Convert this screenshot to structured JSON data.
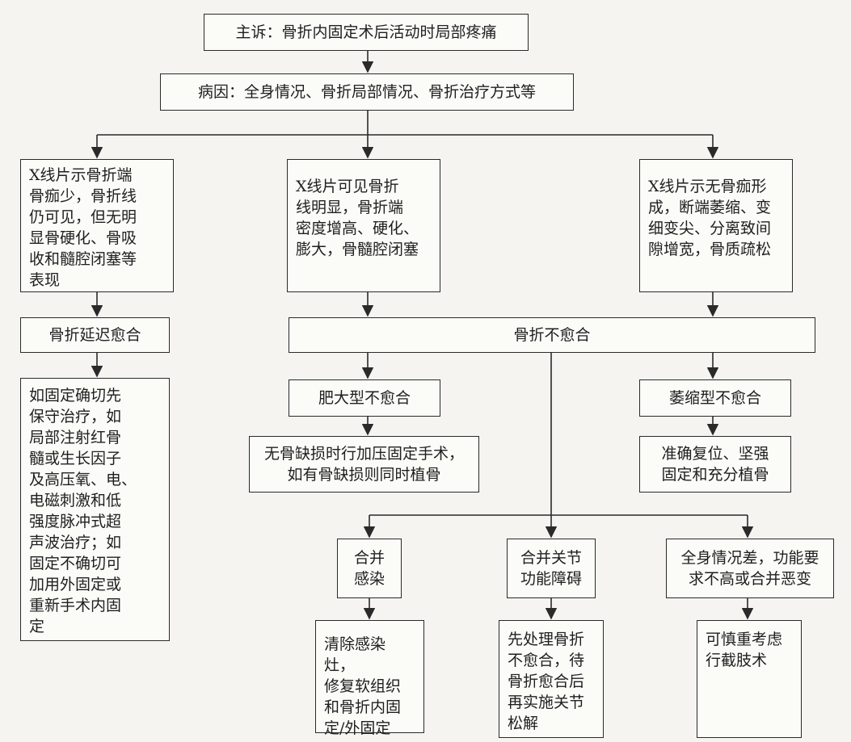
{
  "chief_complaint": "主诉：骨折内固定术后活动时局部疼痛",
  "etiology": "病因：全身情况、骨折局部情况、骨折治疗方式等",
  "xray": {
    "left": "X线片示骨折端\n骨痂少，骨折线\n仍可见，但无明\n显骨硬化、骨吸\n收和髓腔闭塞等\n表现",
    "middle": "X线片可见骨折\n线明显，骨折端\n密度增高、硬化、\n膨大，骨髓腔闭塞",
    "right": "X线片示无骨痂形\n成，断端萎缩、变\n细变尖、分离致间\n隙增宽，骨质疏松"
  },
  "delayed_union": {
    "label": "骨折延迟愈合",
    "treatment": "如固定确切先\n保守治疗，如\n局部注射红骨\n髓或生长因子\n及高压氧、电、\n电磁刺激和低\n强度脉冲式超\n声波治疗；如\n固定不确切可\n加用外固定或\n重新手术内固\n定"
  },
  "nonunion": {
    "label": "骨折不愈合",
    "hypertrophic": {
      "label": "肥大型不愈合",
      "treatment": "无骨缺损时行加压固定手术，\n如有骨缺损则同时植骨"
    },
    "atrophic": {
      "label": "萎缩型不愈合",
      "treatment": "准确复位、坚强\n固定和充分植骨"
    },
    "complications": [
      {
        "label": "合并\n感染",
        "treatment": "清除感染灶，\n修复软组织\n和骨折内固\n定/外固定"
      },
      {
        "label": "合并关节\n功能障碍",
        "treatment": "先处理骨折\n不愈合，待\n骨折愈合后\n再实施关节\n松解"
      },
      {
        "label": "全身情况差，功能要\n求不高或合并恶变",
        "treatment": "可慎重考虑\n行截肢术"
      }
    ]
  }
}
